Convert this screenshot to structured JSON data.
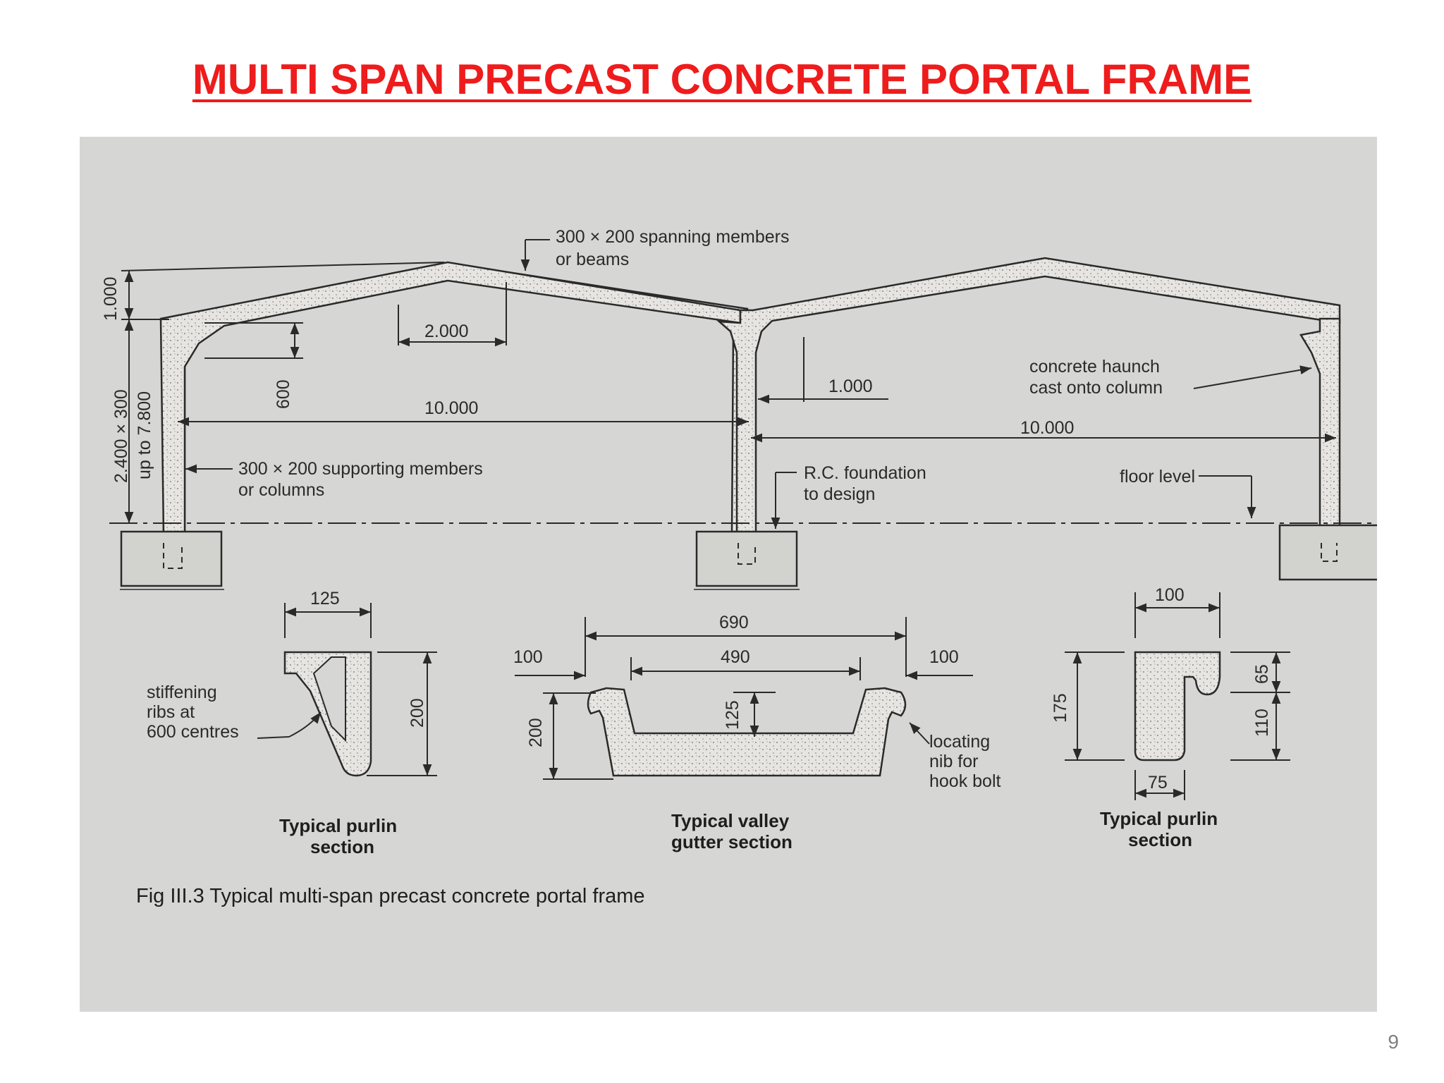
{
  "slide": {
    "title": "MULTI  SPAN  PRECAST  CONCRETE  PORTAL  FRAME",
    "page_number": "9"
  },
  "colors": {
    "title": "#ee1c1c",
    "paper": "#d6d6d4",
    "concrete": "#e6e5e1",
    "ink": "#2a2a2a"
  },
  "diagram": {
    "labels": {
      "beams_line1": "300 × 200 spanning members",
      "beams_line2": "or beams",
      "dim_rise": "1.000",
      "dim_col_height_1": "2.400 × 300",
      "dim_col_height_2": "up to 7.800",
      "dim_haunch_len": "2.000",
      "dim_haunch_depth": "600",
      "dim_span_left": "10.000",
      "dim_span_right": "10.000",
      "dim_center_haunch": "1.000",
      "haunch_line1": "concrete haunch",
      "haunch_line2": "cast onto column",
      "columns_line1": "300 × 200 supporting members",
      "columns_line2": "or columns",
      "foundation_line1": "R.C. foundation",
      "foundation_line2": "to design",
      "floor_level": "floor level",
      "purlin1_width": "125",
      "purlin1_height": "200",
      "ribs_line1": "stiffening",
      "ribs_line2": "ribs at",
      "ribs_line3": "600 centres",
      "purlin1_cap1": "Typical purlin",
      "purlin1_cap2": "section",
      "gutter_overall": "690",
      "gutter_inner": "490",
      "gutter_left_lip": "100",
      "gutter_right_lip": "100",
      "gutter_depth": "125",
      "gutter_height": "200",
      "nib_line1": "locating",
      "nib_line2": "nib for",
      "nib_line3": "hook bolt",
      "gutter_cap1": "Typical valley",
      "gutter_cap2": "gutter section",
      "purlin2_width": "100",
      "purlin2_height": "175",
      "purlin2_upper": "65",
      "purlin2_lower": "110",
      "purlin2_base": "75",
      "purlin2_cap1": "Typical purlin",
      "purlin2_cap2": "section"
    },
    "figure_caption": "Fig III.3 Typical multi-span precast concrete portal frame"
  }
}
